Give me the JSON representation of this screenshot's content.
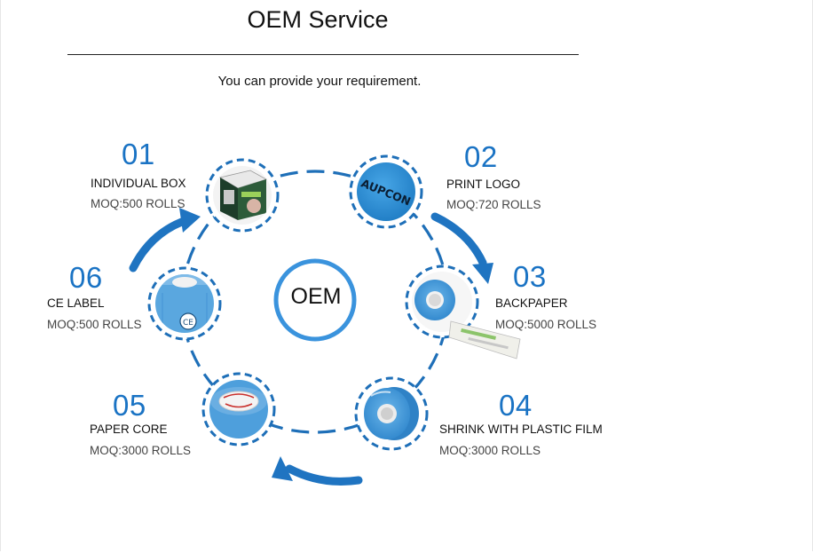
{
  "header": {
    "title": "OEM Service",
    "subtitle": "You can provide your requirement."
  },
  "center": {
    "label": "OEM"
  },
  "items": [
    {
      "number": "01",
      "name": "INDIVIDUAL BOX",
      "moq": "MOQ:500 ROLLS"
    },
    {
      "number": "02",
      "name": "PRINT LOGO",
      "moq": "MOQ:720 ROLLS",
      "badge_text": "AUPCON"
    },
    {
      "number": "03",
      "name": "BACKPAPER",
      "moq": "MOQ:5000 ROLLS"
    },
    {
      "number": "04",
      "name": "SHRINK WITH PLASTIC FILM",
      "moq": "MOQ:3000 ROLLS"
    },
    {
      "number": "05",
      "name": "PAPER CORE",
      "moq": "MOQ:3000 ROLLS"
    },
    {
      "number": "06",
      "name": "CE LABEL",
      "moq": "MOQ:500 ROLLS"
    }
  ],
  "colors": {
    "accent": "#1a73c4",
    "tape_blue": "#4a9fdc",
    "logo_disc": "#2f8fd8"
  }
}
